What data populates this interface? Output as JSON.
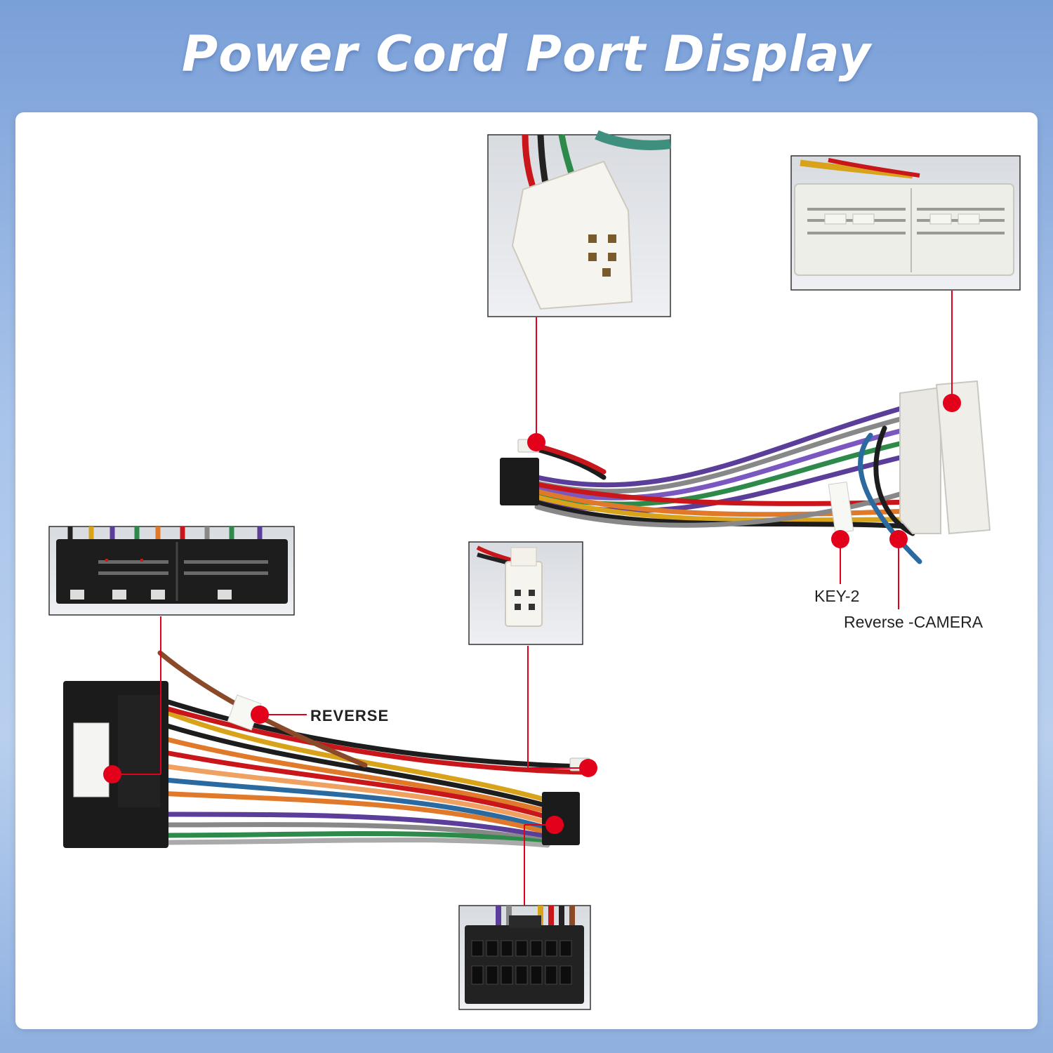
{
  "header": {
    "title": "Power Cord Port Display"
  },
  "callouts": {
    "key": "KEY-2",
    "camera": "Reverse -CAMERA",
    "reverse": "REVERSE"
  },
  "colors": {
    "callout": "#e3001b",
    "background": "#a9c4ea",
    "connector_white": "#ecebe6",
    "connector_black": "#1b1b1b"
  }
}
